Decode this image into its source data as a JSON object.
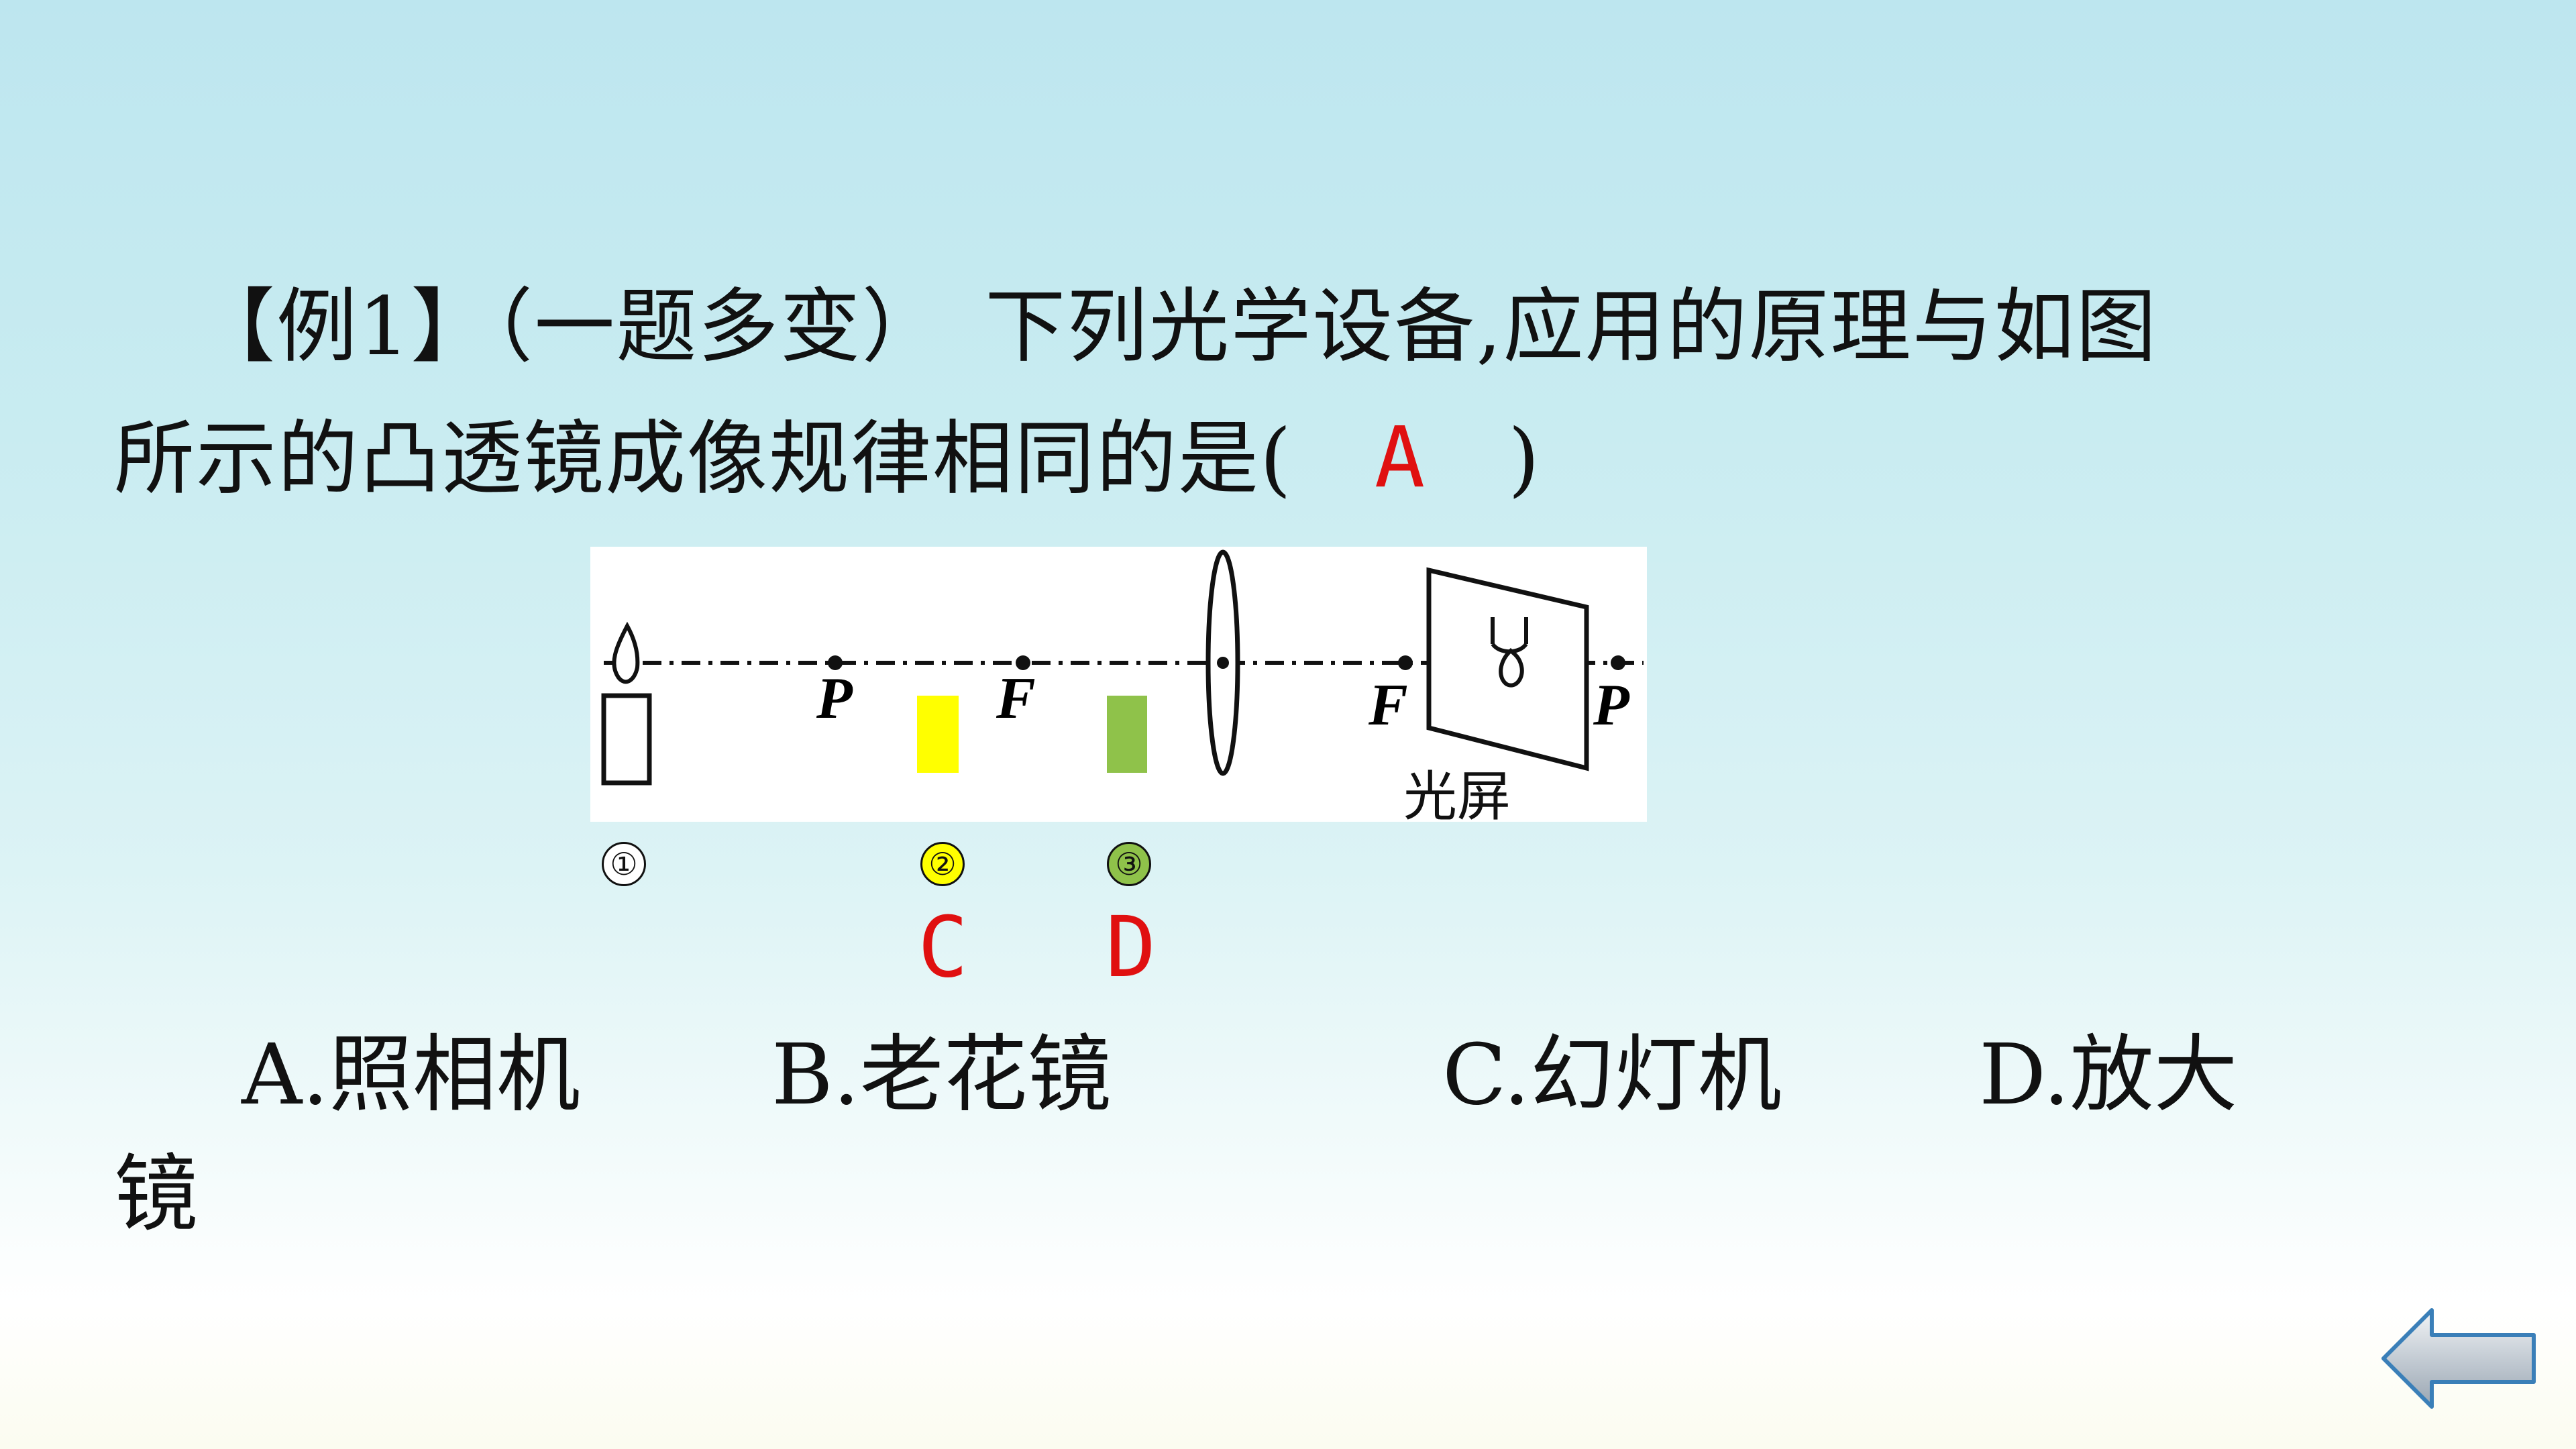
{
  "question": {
    "line1": "【例1】（一题多变）　下列光学设备,应用的原理与如图",
    "line2_prefix": "所示的凸透镜成像规律相同的是(　",
    "answer": "A",
    "line2_suffix": "　)"
  },
  "figure": {
    "label_p_left": "P",
    "label_f_left": "F",
    "label_f_right": "F",
    "label_p_right": "P",
    "screen_label": "光屏",
    "marker_colors": {
      "yellow": "#ffff00",
      "green": "#8fc24a"
    }
  },
  "markers": {
    "m1": "①",
    "m2": "②",
    "m3": "③"
  },
  "marker_answers": {
    "c": "C",
    "d": "D"
  },
  "options": {
    "a": "A.照相机",
    "b": "B.老花镜",
    "c": "C.幻灯机",
    "d_first": "D.放大",
    "d_second": "镜"
  },
  "nav": {
    "back_icon": "back-arrow-icon"
  }
}
